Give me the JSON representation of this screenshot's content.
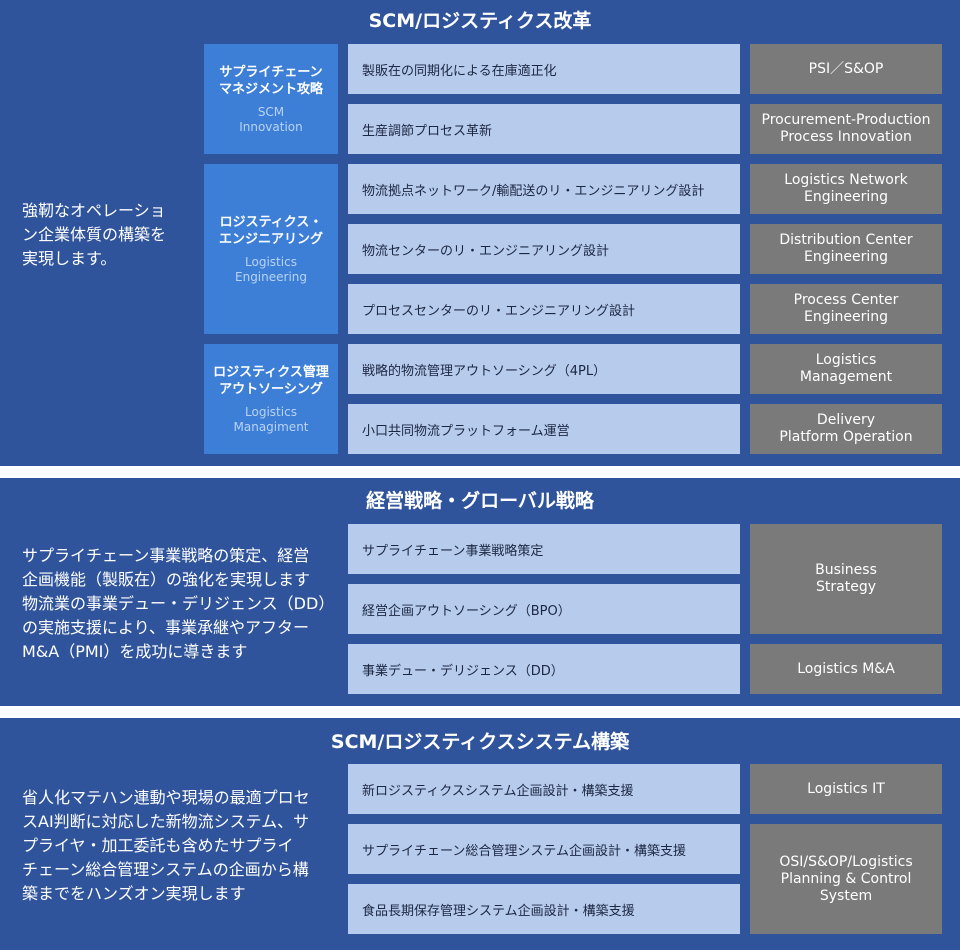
{
  "scm": {
    "title": "SCM/ロジスティクス改革",
    "description": "強靭なオペレーショ\nン企業体質の構築を\n実現します。",
    "categories": [
      {
        "jp": "サプライチェーン\nマネジメント攻略",
        "en": "SCM\nInnovation"
      },
      {
        "jp": "ロジスティクス・\nエンジニアリング",
        "en": "Logistics\nEngineering"
      },
      {
        "jp": "ロジスティクス管理\nアウトソーシング",
        "en": "Logistics\nManagiment"
      }
    ],
    "items": [
      "製販在の同期化による在庫適正化",
      "生産調節プロセス革新",
      "物流拠点ネットワーク/輸配送のリ・エンジニアリング設計",
      "物流センターのリ・エンジニアリング設計",
      "プロセスセンターのリ・エンジニアリング設計",
      "戦略的物流管理アウトソーシング（4PL）",
      "小口共同物流プラットフォーム運営"
    ],
    "tags": [
      "PSI／S&OP",
      "Procurement-Production\nProcess Innovation",
      "Logistics Network\nEngineering",
      "Distribution Center\nEngineering",
      "Process Center\nEngineering",
      "Logistics\nManagement",
      "Delivery\nPlatform Operation"
    ]
  },
  "strategy": {
    "title": "経営戦略・グローバル戦略",
    "description": "サプライチェーン事業戦略の策定、経営\n企画機能（製販在）の強化を実現します\n物流業の事業デュー・デリジェンス（DD）\nの実施支援により、事業承継やアフター\nM&A（PMI）を成功に導きます",
    "items": [
      "サプライチェーン事業戦略策定",
      "経営企画アウトソーシング（BPO）",
      "事業デュー・デリジェンス（DD）"
    ],
    "tags": [
      "Business\nStrategy",
      "Logistics M&A"
    ]
  },
  "system": {
    "title": "SCM/ロジスティクスシステム構築",
    "description": "省人化マテハン連動や現場の最適プロセ\nスAI判断に対応した新物流システム、サ\nプライヤ・加工委託も含めたサプライ\nチェーン総合管理システムの企画から構\n築までをハンズオン実現します",
    "items": [
      "新ロジスティクスシステム企画設計・構築支援",
      "サプライチェーン総合管理システム企画設計・構築支援",
      "食品長期保存管理システム企画設計・構築支援"
    ],
    "tags": [
      "Logistics IT",
      "OSI/S&OP/Logistics\nPlanning & Control\nSystem"
    ]
  },
  "colors": {
    "section_bg": "#30549c",
    "category_bg": "#3d7fd6",
    "item_bg": "#b7cbec",
    "tag_bg": "#7a7a7a"
  }
}
